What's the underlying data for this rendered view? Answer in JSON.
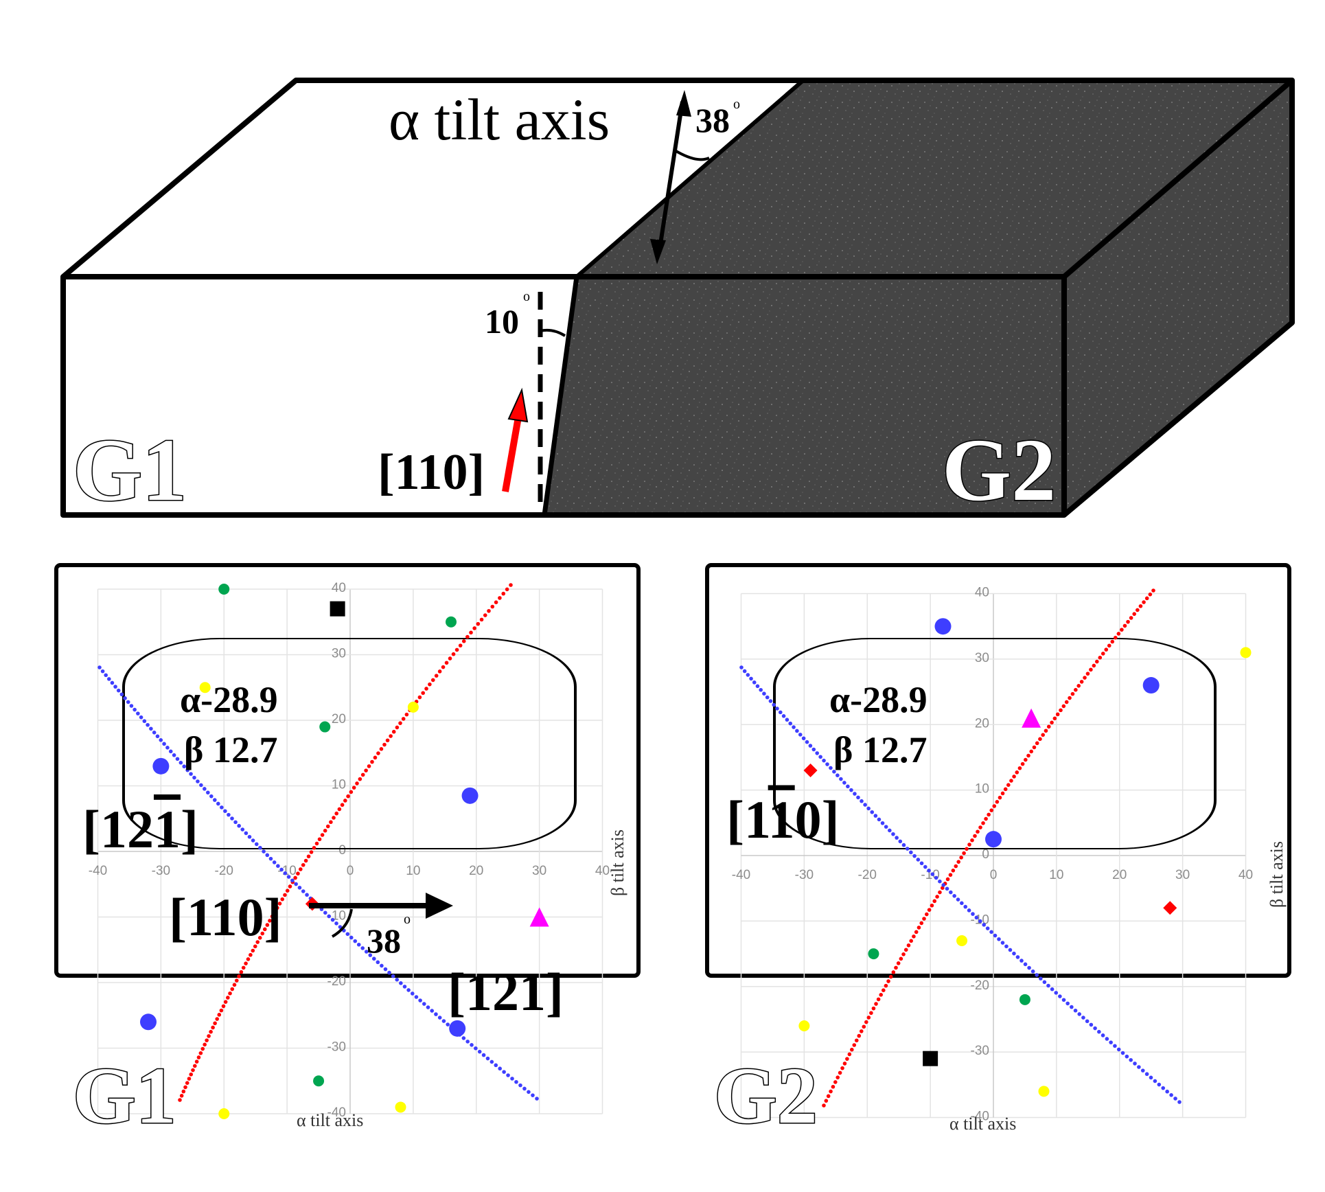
{
  "block": {
    "tilt_axis_label": "α tilt axis",
    "tilt_angle_label": "38",
    "boundary_angle_label": "10",
    "direction_label": "[110]",
    "grain_left_label": "G1",
    "grain_right_label": "G2",
    "degree_symbol": "o"
  },
  "panels": [
    {
      "id": "G1",
      "grain_label": "G1",
      "alpha_text": "α-28.9",
      "beta_text": "β 12.7",
      "x_axis_title": "α tilt axis",
      "y_axis_title": "β tilt axis",
      "x_ticks": [
        "-40",
        "-30",
        "-20",
        "-10",
        "0",
        "10",
        "20",
        "30",
        "40"
      ],
      "y_ticks": [
        "40",
        "30",
        "20",
        "10",
        "0",
        "-10",
        "-20",
        "-30",
        "-40"
      ],
      "direction_labels": [
        {
          "text": "[12",
          "overbar": "1",
          "close": "]"
        },
        {
          "text": "[110]"
        },
        {
          "text": "[121]"
        }
      ],
      "angle_label": "38",
      "markers": [
        {
          "shape": "circle",
          "color": "#00a550",
          "x": -20,
          "y": 40,
          "size": "small"
        },
        {
          "shape": "square",
          "color": "#000000",
          "x": -2,
          "y": 37,
          "size": "large"
        },
        {
          "shape": "circle",
          "color": "#00a550",
          "x": 16,
          "y": 35,
          "size": "small"
        },
        {
          "shape": "circle",
          "color": "#ffff00",
          "x": 10,
          "y": 22,
          "size": "small"
        },
        {
          "shape": "circle",
          "color": "#00a550",
          "x": -4,
          "y": 19,
          "size": "small"
        },
        {
          "shape": "circle",
          "color": "#ffff00",
          "x": -23,
          "y": 25,
          "size": "small"
        },
        {
          "shape": "circle",
          "color": "#3e3eff",
          "x": -30,
          "y": 13,
          "size": "large"
        },
        {
          "shape": "circle",
          "color": "#3e3eff",
          "x": 19,
          "y": 8.5,
          "size": "large"
        },
        {
          "shape": "diamond",
          "color": "#ff0000",
          "x": -6,
          "y": -8,
          "size": "small"
        },
        {
          "shape": "triangle",
          "color": "#ff00ff",
          "x": 30,
          "y": -10,
          "size": "large"
        },
        {
          "shape": "circle",
          "color": "#3e3eff",
          "x": -32,
          "y": -26,
          "size": "large"
        },
        {
          "shape": "circle",
          "color": "#3e3eff",
          "x": 17,
          "y": -27,
          "size": "large"
        },
        {
          "shape": "circle",
          "color": "#00a550",
          "x": -5,
          "y": -35,
          "size": "small"
        },
        {
          "shape": "circle",
          "color": "#ffff00",
          "x": -20,
          "y": -40,
          "size": "small"
        },
        {
          "shape": "circle",
          "color": "#ffff00",
          "x": 8,
          "y": -39,
          "size": "small"
        }
      ]
    },
    {
      "id": "G2",
      "grain_label": "G2",
      "alpha_text": "α-28.9",
      "beta_text": "β 12.7",
      "x_axis_title": "α tilt axis",
      "y_axis_title": "β tilt axis",
      "x_ticks": [
        "-40",
        "-30",
        "-20",
        "-10",
        "0",
        "10",
        "20",
        "30",
        "40"
      ],
      "y_ticks": [
        "40",
        "30",
        "20",
        "10",
        "0",
        "-10",
        "-20",
        "-30",
        "-40"
      ],
      "direction_labels": [
        {
          "text": "[1",
          "overbar": "1",
          "close": "0]"
        }
      ],
      "markers": [
        {
          "shape": "circle",
          "color": "#3e3eff",
          "x": -8,
          "y": 35,
          "size": "large"
        },
        {
          "shape": "circle",
          "color": "#ffff00",
          "x": 40,
          "y": 31,
          "size": "small"
        },
        {
          "shape": "circle",
          "color": "#3e3eff",
          "x": 25,
          "y": 26,
          "size": "large"
        },
        {
          "shape": "triangle",
          "color": "#ff00ff",
          "x": 6,
          "y": 21,
          "size": "large"
        },
        {
          "shape": "diamond",
          "color": "#ff0000",
          "x": -29,
          "y": 13,
          "size": "small"
        },
        {
          "shape": "circle",
          "color": "#3e3eff",
          "x": 0,
          "y": 2.5,
          "size": "large"
        },
        {
          "shape": "diamond",
          "color": "#ff0000",
          "x": 28,
          "y": -8,
          "size": "small"
        },
        {
          "shape": "circle",
          "color": "#ffff00",
          "x": -5,
          "y": -13,
          "size": "small"
        },
        {
          "shape": "circle",
          "color": "#00a550",
          "x": -19,
          "y": -15,
          "size": "small"
        },
        {
          "shape": "circle",
          "color": "#00a550",
          "x": 5,
          "y": -22,
          "size": "small"
        },
        {
          "shape": "circle",
          "color": "#ffff00",
          "x": -30,
          "y": -26,
          "size": "small"
        },
        {
          "shape": "square",
          "color": "#000000",
          "x": -10,
          "y": -31,
          "size": "large"
        },
        {
          "shape": "circle",
          "color": "#ffff00",
          "x": 8,
          "y": -36,
          "size": "small"
        }
      ]
    }
  ]
}
